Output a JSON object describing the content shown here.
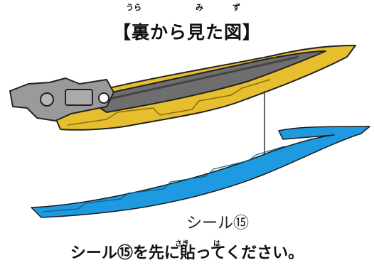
{
  "title": {
    "text": "【裏から見た図】",
    "ruby": [
      "うら",
      "み",
      "ず"
    ]
  },
  "sticker_label": "シール⑮",
  "instruction": {
    "text": "シール⑮を先に貼ってください。",
    "ruby": [
      "さき",
      "は"
    ]
  },
  "colors": {
    "gold": "#E6BE2E",
    "blade_dark": "#6E6E6E",
    "hilt": "#9A9A9A",
    "sticker_blue": "#1E9BE0"
  }
}
